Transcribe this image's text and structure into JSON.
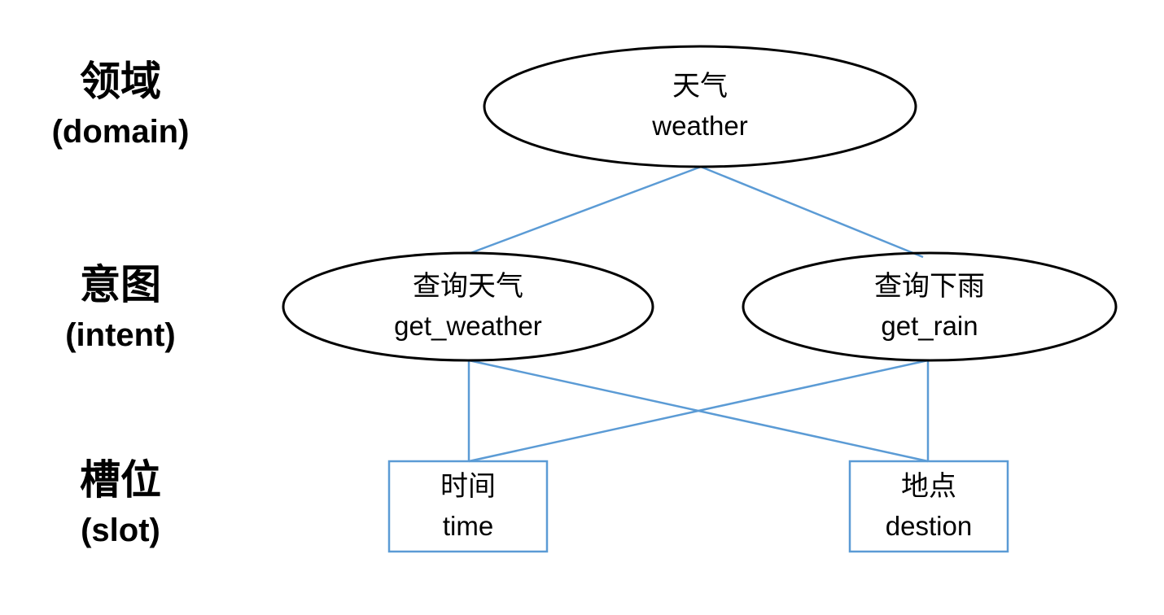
{
  "diagram": {
    "title": "domain-intent-slot hierarchy",
    "colors": {
      "background": "#FFFFFF",
      "ellipse_stroke": "#000000",
      "rect_stroke": "#5B9BD5",
      "edge": "#5B9BD5",
      "text": "#000000"
    },
    "row_labels": {
      "domain": {
        "zh": "领域",
        "en": "(domain)"
      },
      "intent": {
        "zh": "意图",
        "en": "(intent)"
      },
      "slot": {
        "zh": "槽位",
        "en": "(slot)"
      }
    },
    "nodes": {
      "weather": {
        "shape": "ellipse",
        "level": "domain",
        "zh": "天气",
        "en": "weather"
      },
      "get_weather": {
        "shape": "ellipse",
        "level": "intent",
        "zh": "查询天气",
        "en": "get_weather"
      },
      "get_rain": {
        "shape": "ellipse",
        "level": "intent",
        "zh": "查询下雨",
        "en": "get_rain"
      },
      "time": {
        "shape": "rect",
        "level": "slot",
        "zh": "时间",
        "en": "time"
      },
      "destion": {
        "shape": "rect",
        "level": "slot",
        "zh": "地点",
        "en": "destion"
      }
    },
    "edges": [
      {
        "from": "weather",
        "to": "get_weather"
      },
      {
        "from": "weather",
        "to": "get_rain"
      },
      {
        "from": "get_weather",
        "to": "time"
      },
      {
        "from": "get_weather",
        "to": "destion"
      },
      {
        "from": "get_rain",
        "to": "time"
      },
      {
        "from": "get_rain",
        "to": "destion"
      }
    ]
  }
}
